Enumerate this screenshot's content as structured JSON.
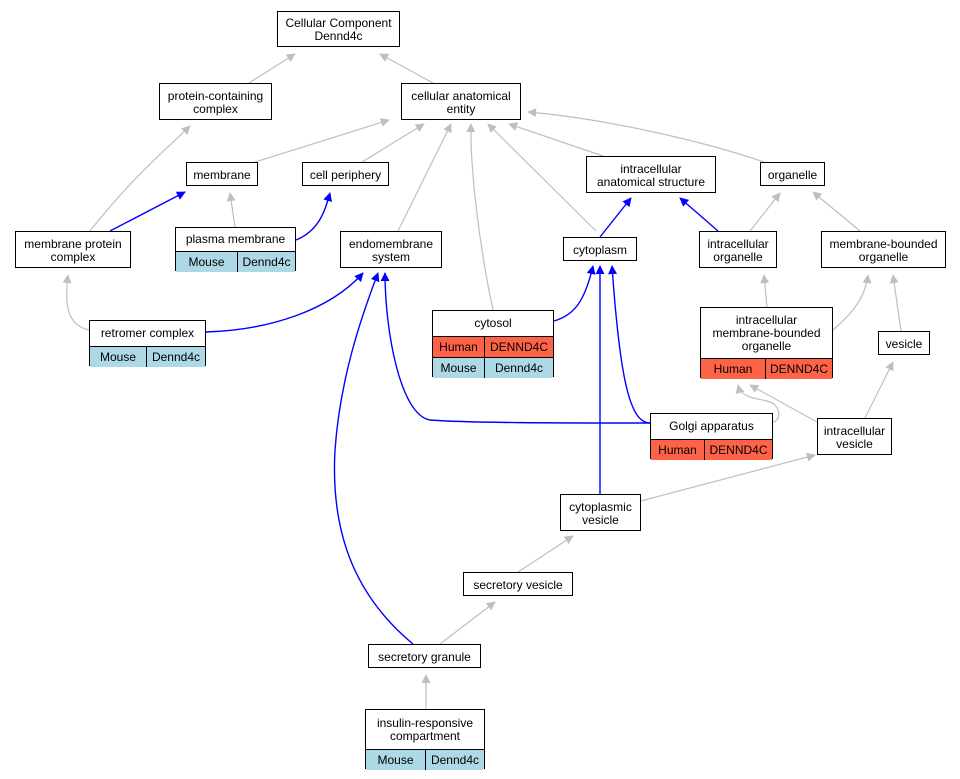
{
  "colors": {
    "mouse": "#add8e6",
    "human": "#ff6347",
    "is_a_edge": "#bfbfbf",
    "part_of_edge": "#0000ff"
  },
  "nodes": {
    "cellular_component": {
      "label": "Cellular Component\nDennd4c"
    },
    "protein_containing_complex": {
      "label": "protein-containing\ncomplex"
    },
    "cellular_anatomical_entity": {
      "label": "cellular anatomical\nentity"
    },
    "membrane": {
      "label": "membrane"
    },
    "cell_periphery": {
      "label": "cell periphery"
    },
    "intracellular_anatomical_structure": {
      "label": "intracellular\nanatomical structure"
    },
    "organelle": {
      "label": "organelle"
    },
    "membrane_protein_complex": {
      "label": "membrane protein\ncomplex"
    },
    "plasma_membrane": {
      "label": "plasma membrane",
      "annotations": [
        {
          "species": "Mouse",
          "gene": "Dennd4c"
        }
      ]
    },
    "endomembrane_system": {
      "label": "endomembrane\nsystem"
    },
    "cytoplasm": {
      "label": "cytoplasm"
    },
    "intracellular_organelle": {
      "label": "intracellular\norganelle"
    },
    "membrane_bounded_organelle": {
      "label": "membrane-bounded\norganelle"
    },
    "retromer_complex": {
      "label": "retromer complex",
      "annotations": [
        {
          "species": "Mouse",
          "gene": "Dennd4c"
        }
      ]
    },
    "cytosol": {
      "label": "cytosol",
      "annotations": [
        {
          "species": "Human",
          "gene": "DENND4C"
        },
        {
          "species": "Mouse",
          "gene": "Dennd4c"
        }
      ]
    },
    "intracellular_membrane_bounded_organelle": {
      "label": "intracellular\nmembrane-bounded\norganelle",
      "annotations": [
        {
          "species": "Human",
          "gene": "DENND4C"
        }
      ]
    },
    "vesicle": {
      "label": "vesicle"
    },
    "golgi_apparatus": {
      "label": "Golgi apparatus",
      "annotations": [
        {
          "species": "Human",
          "gene": "DENND4C"
        }
      ]
    },
    "intracellular_vesicle": {
      "label": "intracellular\nvesicle"
    },
    "cytoplasmic_vesicle": {
      "label": "cytoplasmic\nvesicle"
    },
    "secretory_vesicle": {
      "label": "secretory vesicle"
    },
    "secretory_granule": {
      "label": "secretory granule"
    },
    "insulin_responsive_compartment": {
      "label": "insulin-responsive\ncompartment",
      "annotations": [
        {
          "species": "Mouse",
          "gene": "Dennd4c"
        }
      ]
    }
  },
  "edges": [
    {
      "from": "protein_containing_complex",
      "to": "cellular_component",
      "type": "is_a"
    },
    {
      "from": "cellular_anatomical_entity",
      "to": "cellular_component",
      "type": "is_a"
    },
    {
      "from": "membrane",
      "to": "cellular_anatomical_entity",
      "type": "is_a"
    },
    {
      "from": "cell_periphery",
      "to": "cellular_anatomical_entity",
      "type": "is_a"
    },
    {
      "from": "intracellular_anatomical_structure",
      "to": "cellular_anatomical_entity",
      "type": "is_a"
    },
    {
      "from": "organelle",
      "to": "cellular_anatomical_entity",
      "type": "is_a"
    },
    {
      "from": "endomembrane_system",
      "to": "cellular_anatomical_entity",
      "type": "is_a"
    },
    {
      "from": "cytosol",
      "to": "cellular_anatomical_entity",
      "type": "is_a"
    },
    {
      "from": "cytoplasm",
      "to": "cellular_anatomical_entity",
      "type": "is_a"
    },
    {
      "from": "membrane_protein_complex",
      "to": "protein_containing_complex",
      "type": "is_a"
    },
    {
      "from": "membrane_protein_complex",
      "to": "membrane",
      "type": "part_of"
    },
    {
      "from": "plasma_membrane",
      "to": "membrane",
      "type": "is_a"
    },
    {
      "from": "plasma_membrane",
      "to": "cell_periphery",
      "type": "part_of"
    },
    {
      "from": "cytoplasm",
      "to": "intracellular_anatomical_structure",
      "type": "part_of"
    },
    {
      "from": "intracellular_organelle",
      "to": "intracellular_anatomical_structure",
      "type": "part_of"
    },
    {
      "from": "intracellular_organelle",
      "to": "organelle",
      "type": "is_a"
    },
    {
      "from": "membrane_bounded_organelle",
      "to": "organelle",
      "type": "is_a"
    },
    {
      "from": "retromer_complex",
      "to": "membrane_protein_complex",
      "type": "is_a"
    },
    {
      "from": "retromer_complex",
      "to": "endomembrane_system",
      "type": "part_of"
    },
    {
      "from": "cytosol",
      "to": "cytoplasm",
      "type": "part_of"
    },
    {
      "from": "intracellular_membrane_bounded_organelle",
      "to": "intracellular_organelle",
      "type": "is_a"
    },
    {
      "from": "intracellular_membrane_bounded_organelle",
      "to": "membrane_bounded_organelle",
      "type": "is_a"
    },
    {
      "from": "vesicle",
      "to": "membrane_bounded_organelle",
      "type": "is_a"
    },
    {
      "from": "golgi_apparatus",
      "to": "endomembrane_system",
      "type": "part_of"
    },
    {
      "from": "golgi_apparatus",
      "to": "cytoplasm",
      "type": "part_of"
    },
    {
      "from": "golgi_apparatus",
      "to": "intracellular_membrane_bounded_organelle",
      "type": "is_a"
    },
    {
      "from": "intracellular_vesicle",
      "to": "vesicle",
      "type": "is_a"
    },
    {
      "from": "intracellular_vesicle",
      "to": "intracellular_membrane_bounded_organelle",
      "type": "is_a"
    },
    {
      "from": "cytoplasmic_vesicle",
      "to": "intracellular_vesicle",
      "type": "is_a"
    },
    {
      "from": "cytoplasmic_vesicle",
      "to": "cytoplasm",
      "type": "part_of"
    },
    {
      "from": "secretory_vesicle",
      "to": "cytoplasmic_vesicle",
      "type": "is_a"
    },
    {
      "from": "secretory_granule",
      "to": "secretory_vesicle",
      "type": "is_a"
    },
    {
      "from": "secretory_granule",
      "to": "endomembrane_system",
      "type": "part_of"
    },
    {
      "from": "insulin_responsive_compartment",
      "to": "secretory_granule",
      "type": "is_a"
    }
  ]
}
